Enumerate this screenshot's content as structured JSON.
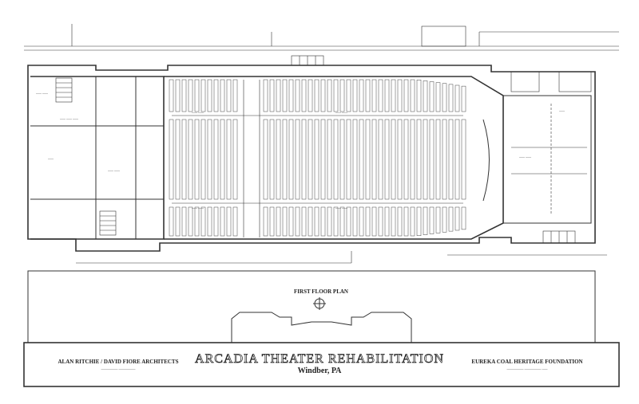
{
  "plan": {
    "heading": "FIRST FLOOR PLAN"
  },
  "title_block": {
    "project_title": "ARCADIA THEATER REHABILITATION",
    "location": "Windber, PA",
    "architect": "ALAN RITCHIE / DAVID FIORE ARCHITECTS",
    "client": "EUREKA COAL HERITAGE FOUNDATION"
  }
}
